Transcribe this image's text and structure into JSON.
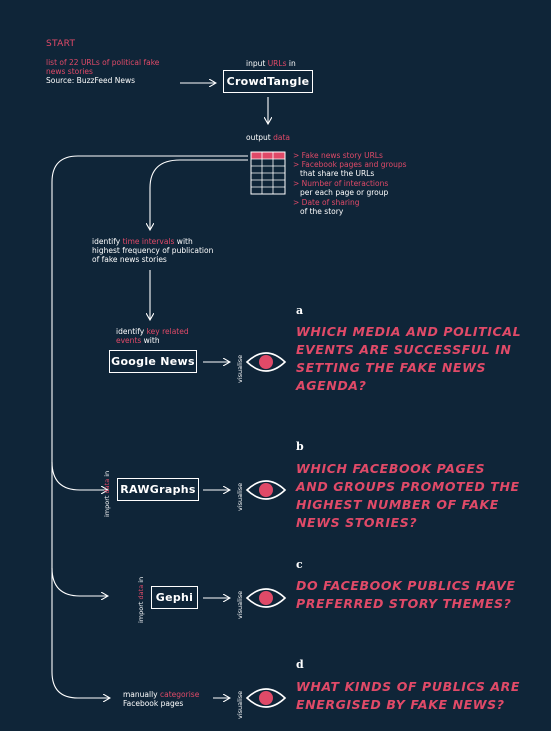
{
  "start": {
    "label": "START",
    "line1": "list of 22 URLs of political fake",
    "line2": "news stories",
    "source": "Source: BuzzFeed News"
  },
  "crowdtangle": {
    "input_prefix": "input ",
    "input_hl": "URLs",
    "input_suffix": " in",
    "tool": "CrowdTangle",
    "output_prefix": "output ",
    "output_hl": "data"
  },
  "outputs": [
    {
      "hl": "> Fake news story URLs",
      "rest": ""
    },
    {
      "hl": "> Facebook pages and groups",
      "rest": "that share the URLs"
    },
    {
      "hl": "> Number of interactions",
      "rest": "per each page or group"
    },
    {
      "hl": "> Date of sharing",
      "rest": "of the story"
    }
  ],
  "time_step": {
    "prefix": "identify ",
    "hl": "time intervals",
    "suffix": " with",
    "line2": "highest frequency of publication",
    "line3": "of fake news stories"
  },
  "events_step": {
    "prefix": "identify ",
    "hl": "key related",
    "hl2": "events",
    "suffix": " with"
  },
  "tools": {
    "google_news": "Google News",
    "rawgraphs": "RAWGraphs",
    "gephi": "Gephi"
  },
  "import_label": {
    "prefix": "import ",
    "hl": "data",
    "suffix": " in"
  },
  "visualise_label": "visualise",
  "manual_step": {
    "prefix": "manually ",
    "hl": "categorise",
    "line2": "Facebook pages"
  },
  "questions": [
    {
      "letter": "a",
      "text": "WHICH MEDIA AND POLITICAL\nEVENTS ARE SUCCESSFUL IN\nSETTING THE FAKE NEWS\nAGENDA?"
    },
    {
      "letter": "b",
      "text": "WHICH FACEBOOK PAGES\nAND GROUPS PROMOTED THE\nHIGHEST NUMBER OF FAKE\nNEWS STORIES?"
    },
    {
      "letter": "c",
      "text": "DO FACEBOOK PUBLICS HAVE\nPREFERRED STORY THEMES?"
    },
    {
      "letter": "d",
      "text": "WHAT KINDS OF PUBLICS ARE\nENERGISED BY FAKE NEWS?"
    }
  ],
  "colors": {
    "background": "#0f2538",
    "accent": "#e04a68",
    "line": "#ffffff"
  },
  "icons": [
    "eye-icon",
    "table-icon",
    "arrow-icon"
  ]
}
